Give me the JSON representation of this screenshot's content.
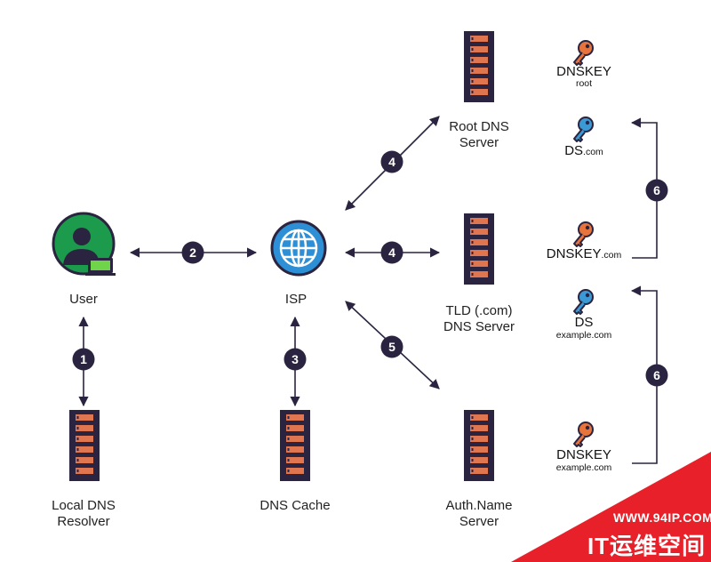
{
  "nodes": {
    "user": {
      "label": "User"
    },
    "isp": {
      "label": "ISP"
    },
    "local_resolver": {
      "label_line1": "Local DNS",
      "label_line2": "Resolver"
    },
    "dns_cache": {
      "label": "DNS Cache"
    },
    "root": {
      "label_line1": "Root DNS",
      "label_line2": "Server"
    },
    "tld": {
      "label_line1": "TLD (.com)",
      "label_line2": "DNS Server"
    },
    "auth": {
      "label_line1": "Auth.Name",
      "label_line2": "Server"
    }
  },
  "keys": {
    "dnskey_root": {
      "main": "DNSKEY",
      "sub": "root",
      "color": "orange"
    },
    "ds_com": {
      "main": "DS",
      "sub": ".com",
      "color": "blue"
    },
    "dnskey_com": {
      "main": "DNSKEY",
      "sub": ".com",
      "color": "orange"
    },
    "ds_example": {
      "main": "DS",
      "sub": "example.com",
      "color": "blue"
    },
    "dnskey_example": {
      "main": "DNSKEY",
      "sub": "example.com",
      "color": "orange"
    }
  },
  "steps": {
    "s1": "1",
    "s2": "2",
    "s3": "3",
    "s4a": "4",
    "s4b": "4",
    "s5": "5",
    "s6a": "6",
    "s6b": "6"
  },
  "watermark": {
    "line1": "WWW.94IP.COM",
    "line2": "IT运维空间"
  },
  "colors": {
    "server_body": "#2b2440",
    "server_slot": "#e0764f",
    "badge": "#2b2440",
    "orange_key": "#e8743b",
    "blue_key": "#3b9ad6",
    "user_bg": "#1b9b4b",
    "globe": "#2d8fd5",
    "watermark": "#e8202a"
  }
}
